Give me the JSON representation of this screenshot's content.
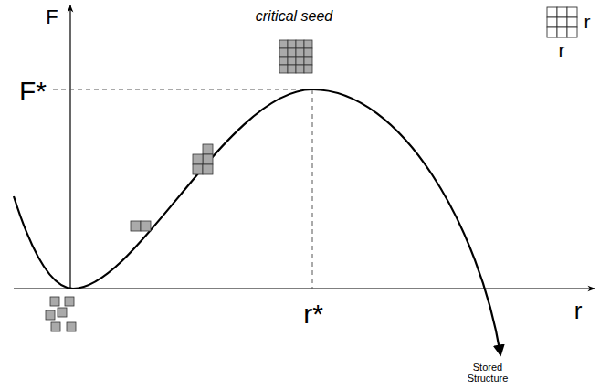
{
  "diagram": {
    "labels": [
      "F",
      "critical seed",
      "r",
      "F*",
      "r",
      "r*",
      "r",
      "Stored Structure"
    ]
  }
}
